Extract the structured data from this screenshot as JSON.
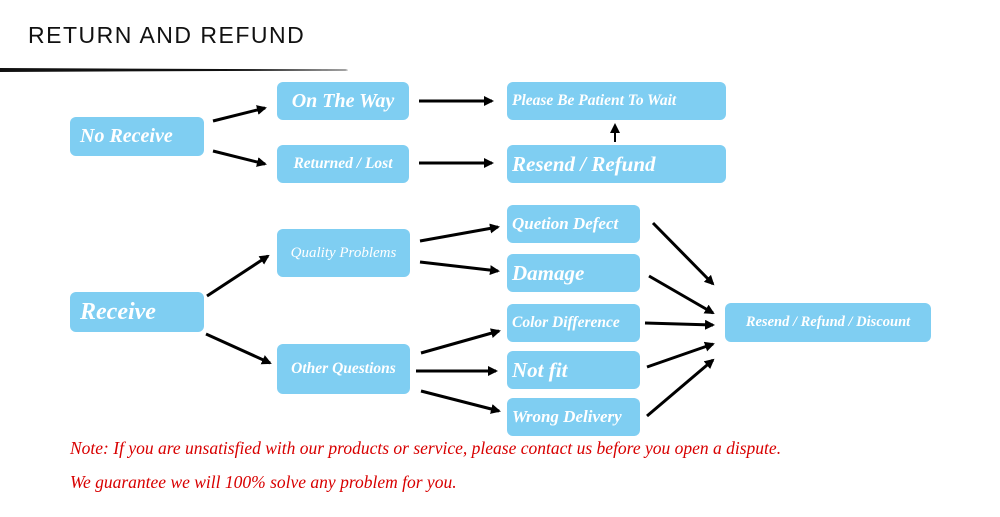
{
  "title": "RETURN AND REFUND",
  "nodes": {
    "no_receive": "No Receive",
    "on_the_way": "On The Way",
    "returned_lost": "Returned / Lost",
    "please_be_patient": "Please Be Patient To Wait",
    "resend_refund": "Resend / Refund",
    "receive": "Receive",
    "quality_problems": "Quality Problems",
    "other_questions": "Other Questions",
    "quetion_defect": "Quetion Defect",
    "damage": "Damage",
    "color_difference": "Color Difference",
    "not_fit": "Not fit",
    "wrong_delivery": "Wrong Delivery",
    "resend_refund_discount": "Resend / Refund / Discount"
  },
  "note": {
    "line1": "Note: If you are unsatisfied with our products or service, please contact us before you open a dispute.",
    "line2": "We guarantee we will 100% solve any problem for you."
  },
  "colors": {
    "box": "#7fcef2",
    "box_text": "#ffffff",
    "arrow": "#000000",
    "note": "#d80000"
  }
}
